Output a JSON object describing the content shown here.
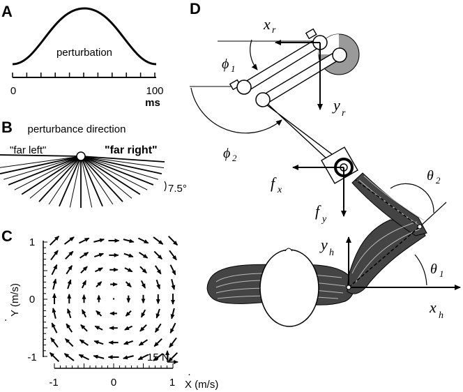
{
  "panels": {
    "A": {
      "label": "A",
      "curve_text": "perturbation",
      "tick_start": "0",
      "tick_end": "100",
      "unit": "ms"
    },
    "B": {
      "label": "B",
      "title": "perturbance direction",
      "left_label": "\"far left\"",
      "right_label": "\"far right\"",
      "angle_label": "7.5°",
      "fan_lines": 25,
      "step_deg": 7.5
    },
    "C": {
      "label": "C",
      "ylabel_dot": "·",
      "ylabel": "Y  (m/s)",
      "xlabel_dot": "·",
      "xlabel": "X  (m/s)",
      "yticks": [
        "1",
        "0",
        "-1"
      ],
      "xticks": [
        "-1",
        "0",
        "1"
      ],
      "scale_label": "15 N"
    },
    "D": {
      "label": "D",
      "xr": "x",
      "xr_sub": "r",
      "yr": "y",
      "yr_sub": "r",
      "phi1": "ϕ",
      "phi1_sub": "1",
      "phi2": "ϕ",
      "phi2_sub": "2",
      "fx": "f",
      "fx_sub": "x",
      "fy": "f",
      "fy_sub": "y",
      "theta2": "θ",
      "theta2_sub": "2",
      "theta1": "θ",
      "theta1_sub": "1",
      "yh": "y",
      "yh_sub": "h",
      "xh": "x",
      "xh_sub": "h"
    }
  },
  "colors": {
    "ink": "#000000",
    "motor_gray": "#9a9a9a",
    "arm_gray": "#555555"
  }
}
